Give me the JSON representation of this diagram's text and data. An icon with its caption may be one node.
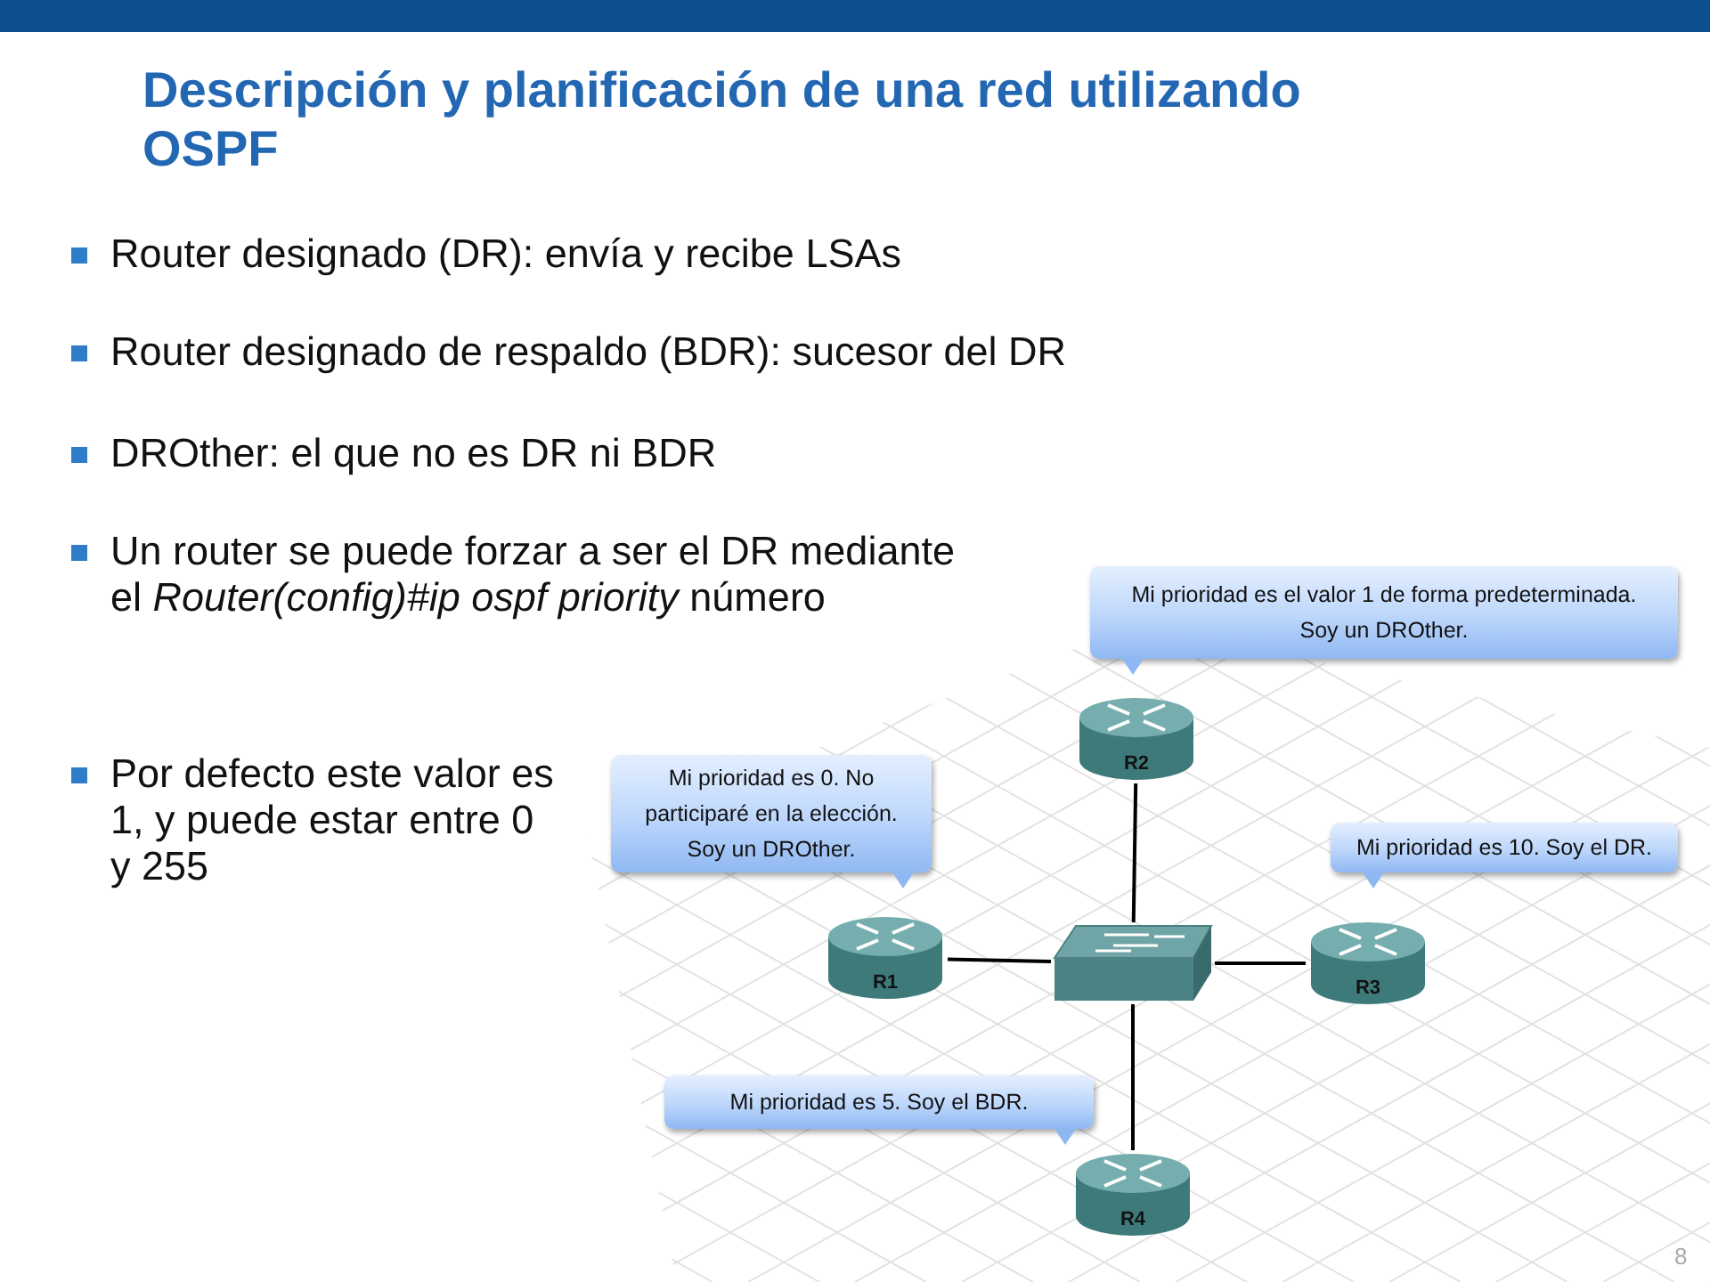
{
  "diagram": {
    "title": "Descripción y planificación de una red utilizando OSPF",
    "nodes": [
      {
        "text": [
          "Mi prioridad es el valor 1 de forma predeterminada. Soy un DROther."
        ]
      },
      {
        "text": [
          "R2"
        ]
      },
      {
        "text": [
          "Mi prioridad es 0. No participaré en la elección. Soy un DROther."
        ]
      },
      {
        "text": [
          "Mi prioridad es 10. Soy el DR."
        ]
      },
      {
        "text": [
          "R1"
        ]
      },
      {
        "text": [],
        "shape": "box"
      },
      {
        "text": [
          "R3"
        ]
      },
      {
        "text": [
          "Mi prioridad es 5. Soy el BDR."
        ]
      },
      {
        "text": [
          "R4"
        ]
      }
    ],
    "edges": [
      {
        "from": 5,
        "to": 1,
        "arrow": "none"
      },
      {
        "from": 5,
        "to": 4,
        "arrow": "none"
      },
      {
        "from": 5,
        "to": 6,
        "arrow": "none"
      },
      {
        "from": 5,
        "to": 8,
        "arrow": "none"
      }
    ],
    "labels": [
      "Router designado (DR): envía y recibe LSAs",
      "Router designado de respaldo (BDR): sucesor del DR",
      "DROther: el que no es DR ni BDR",
      "Un router se puede forzar a ser el DR mediante el *Router(config)#ip ospf priority* número",
      "Por defecto este valor es 1, y puede estar entre 0 y 255",
      "8"
    ]
  }
}
